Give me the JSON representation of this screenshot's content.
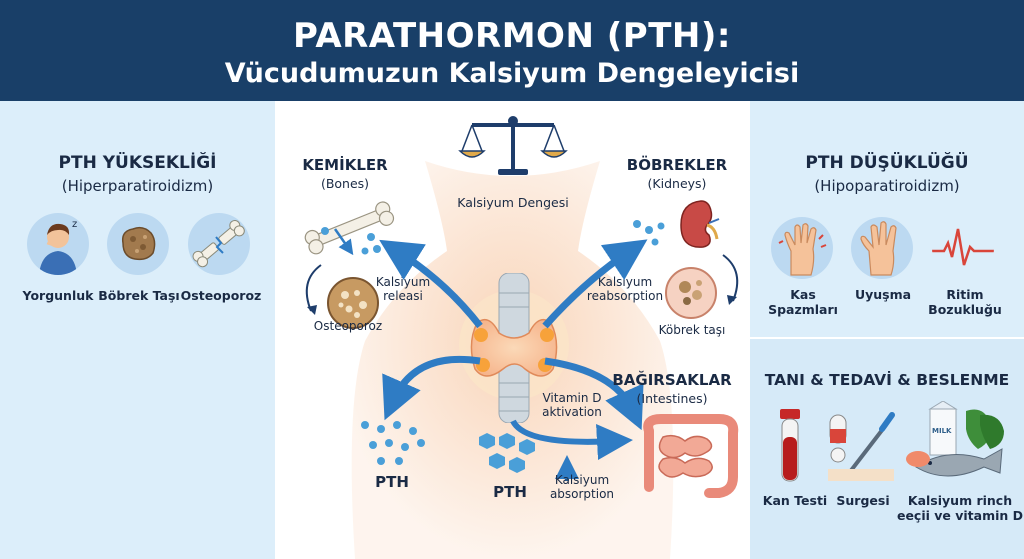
{
  "header": {
    "title": "PARATHORMON (PTH):",
    "subtitle": "Vücudumuzun Kalsiyum Dengeleyicisi"
  },
  "left_panel": {
    "title": "PTH YÜKSEKLİĞİ",
    "subtitle": "(Hiperparatiroidizm)",
    "symptoms": [
      "Yorgunluk",
      "Böbrek Taşı",
      "Osteoporoz"
    ]
  },
  "right_top_panel": {
    "title": "PTH DÜŞÜKLÜĞÜ",
    "subtitle": "(Hipoparatiroidizm)",
    "symptoms": [
      "Kas\nSpazmları",
      "Uyuşma",
      "Ritim\nBozukluğu"
    ]
  },
  "right_bottom_panel": {
    "title": "TANI & TEDAVİ & BESLENME",
    "items": [
      "Kan Testi",
      "Surgesi",
      "Kalsiyum rinch\neeçii ve vitamin D"
    ],
    "milk_label": "MILK"
  },
  "center": {
    "balance_label": "Kalsiyum Dengesi",
    "bones": {
      "title": "KEMİKLER",
      "subtitle": "(Bones)",
      "release": "Kalsiyum\nreleasi",
      "effect": "Osteoporoz"
    },
    "kidneys": {
      "title": "BÖBREKLER",
      "subtitle": "(Kidneys)",
      "reabsorption": "Kalsiyum\nreabsorption",
      "effect": "Köbrek taşı"
    },
    "intestines": {
      "title": "BAĞIRSAKLAR",
      "subtitle": "(Intestines)",
      "vitamin": "Vitamin D\naktivation",
      "absorption": "Kalsiyum\nabsorption"
    },
    "pth_labels": [
      "PTH",
      "PTH"
    ]
  },
  "colors": {
    "header_bg": "#193f68",
    "panel_bg": "#dceefa",
    "arrow_blue": "#2f7cc4",
    "calcium_blue": "#4a9fd8",
    "ecg_red": "#d9453a",
    "thyroid_orange": "#f29a62"
  }
}
